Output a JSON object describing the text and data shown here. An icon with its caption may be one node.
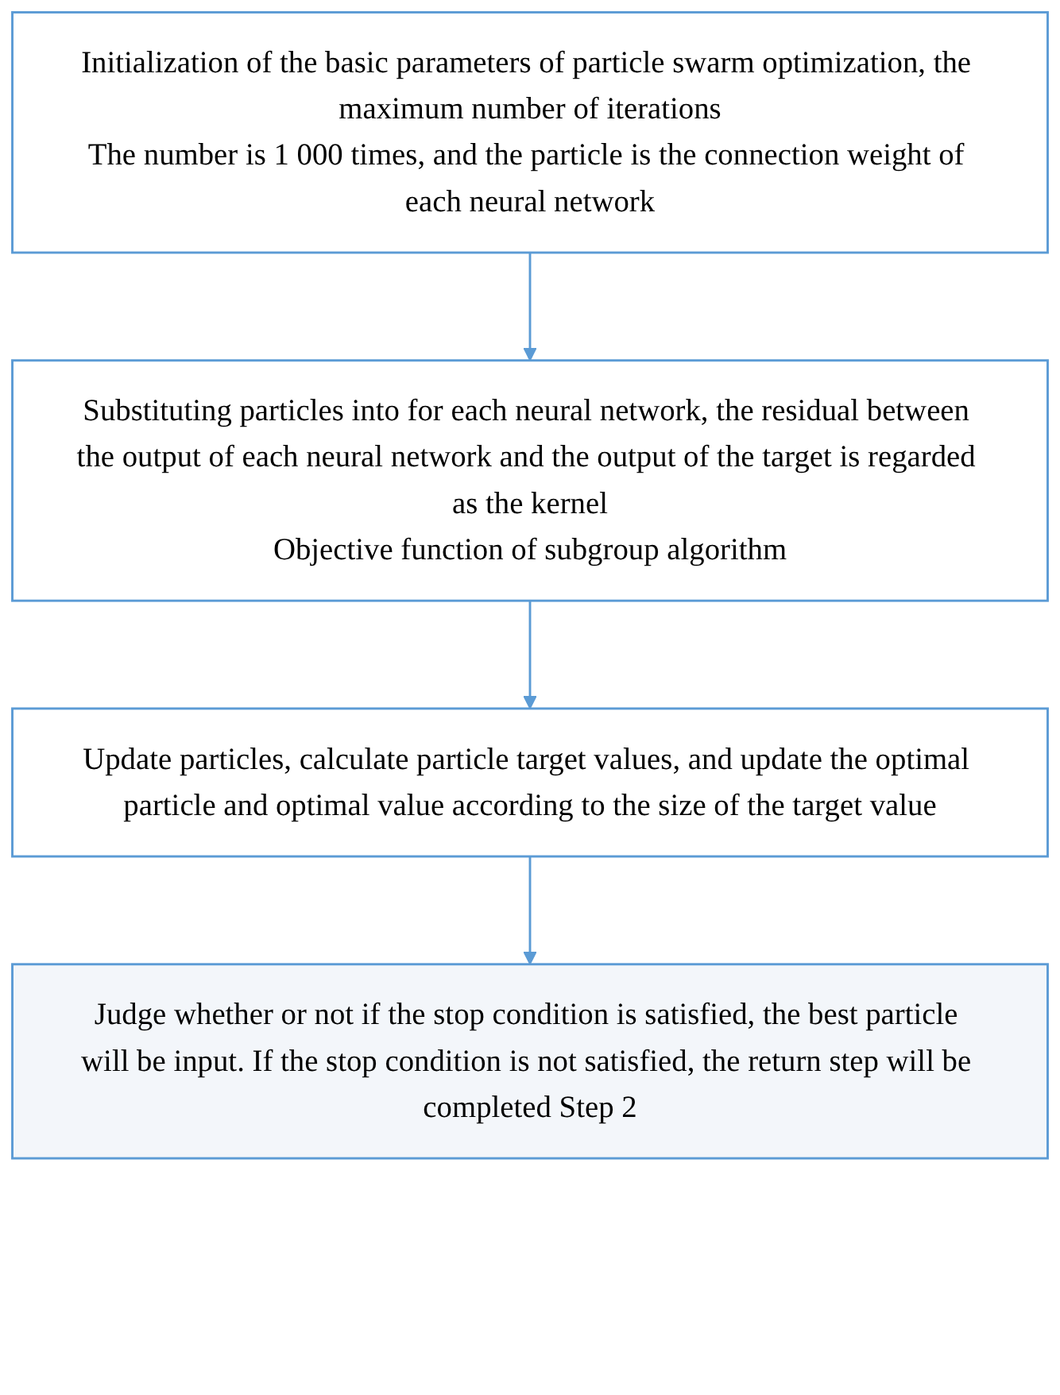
{
  "diagram": {
    "nodes": [
      {
        "text": [
          "Initialization of the basic parameters of particle swarm optimization, the maximum number of iterations",
          "The number is 1 000 times, and the particle is the connection weight of each neural network"
        ]
      },
      {
        "text": [
          "Substituting particles into for each neural network, the residual between the output of each neural network and the output of the target is regarded as the kernel",
          "Objective function of subgroup algorithm"
        ]
      },
      {
        "text": [
          "Update particles, calculate particle target values, and update the optimal particle and optimal value according to the size of the target value"
        ]
      },
      {
        "text": [
          "Judge whether or not if the stop condition is satisfied, the best particle will be input. If the stop condition is not satisfied, the return step will be completed Step 2"
        ]
      }
    ],
    "edges": [
      {
        "from": 0,
        "to": 1,
        "arrow": "to"
      },
      {
        "from": 1,
        "to": 2,
        "arrow": "to"
      },
      {
        "from": 2,
        "to": 3,
        "arrow": "to"
      }
    ]
  }
}
